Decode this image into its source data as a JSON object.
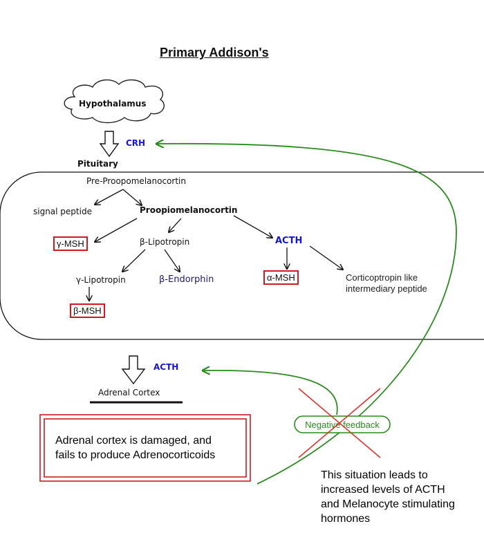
{
  "title": "Primary Addison's",
  "nodes": {
    "hypothalamus": "Hypothalamus",
    "crh": "CRH",
    "pituitary": "Pituitary",
    "pre_pomc": "Pre-Proopomelanocortin",
    "signal_peptide": "signal peptide",
    "pomc": "Proopiomelanocortin",
    "gamma_msh": "γ-MSH",
    "beta_lipotropin": "β-Lipotropin",
    "acth_inner": "ACTH",
    "gamma_lipotropin": "γ-Lipotropin",
    "beta_endorphin": "β-Endorphin",
    "alpha_msh": "α-MSH",
    "clip_line1": "Corticoptropin like",
    "clip_line2": "intermediary peptide",
    "beta_msh": "β-MSH",
    "acth_outer": "ACTH",
    "adrenal_cortex": "Adrenal Cortex",
    "negative_feedback": "Negative feedback"
  },
  "notes": {
    "damaged_line1": "Adrenal cortex is damaged, and",
    "damaged_line2": "fails to produce Adrenocorticoids",
    "situation_line1": "This situation leads to",
    "situation_line2": "increased levels of ACTH",
    "situation_line3": "and Melanocyte stimulating",
    "situation_line4": "hormones"
  },
  "colors": {
    "hormone_blue": "#1515d6",
    "box_red": "#d0181e",
    "feedback_green": "#2a8a1e",
    "cross_red": "#e0302a"
  }
}
